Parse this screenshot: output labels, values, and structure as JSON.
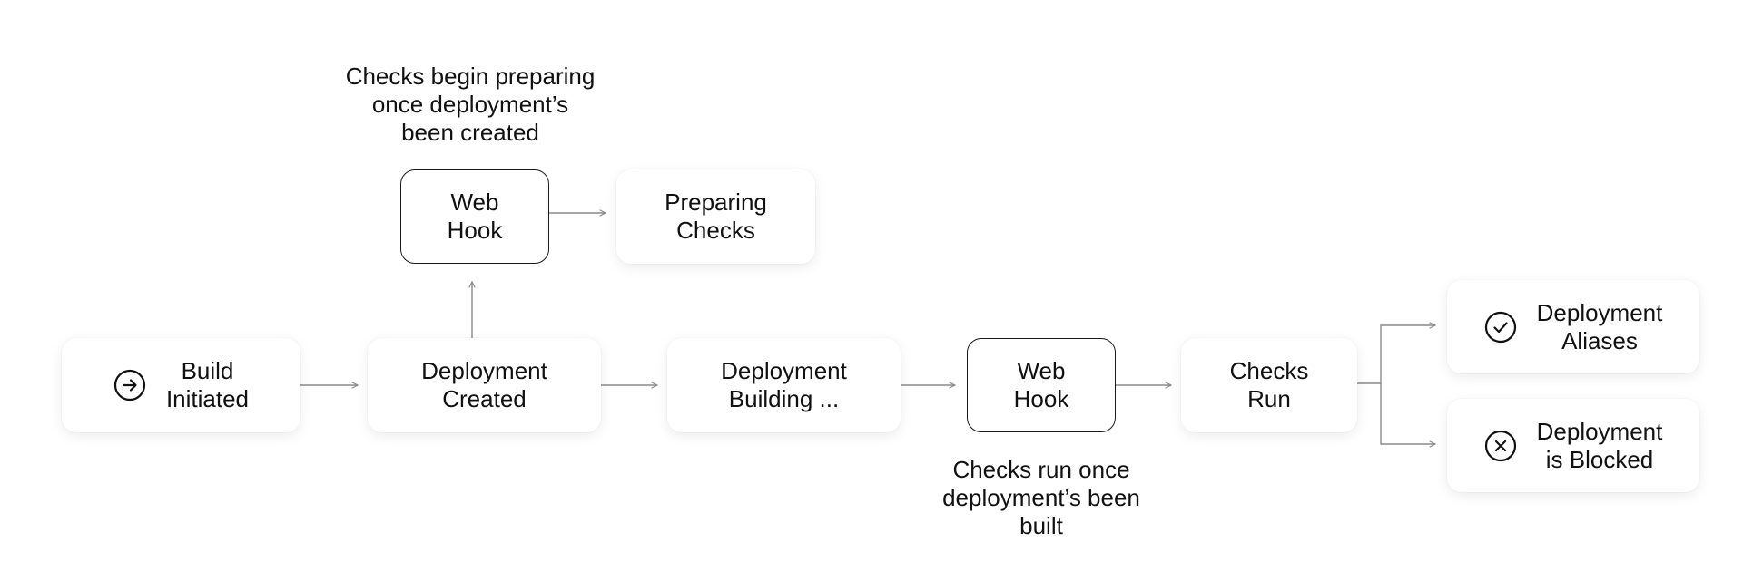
{
  "nodes": {
    "build_initiated": {
      "label": "Build\nInitiated",
      "icon": "arrow-right-circle-icon"
    },
    "deployment_created": {
      "label": "Deployment\nCreated"
    },
    "deployment_building": {
      "label": "Deployment\nBuilding ..."
    },
    "web_hook_bottom": {
      "label": "Web\nHook"
    },
    "checks_run": {
      "label": "Checks\nRun"
    },
    "web_hook_top": {
      "label": "Web\nHook"
    },
    "preparing_checks": {
      "label": "Preparing\nChecks"
    },
    "deployment_aliases": {
      "label": "Deployment\nAliases",
      "icon": "check-circle-icon"
    },
    "deployment_blocked": {
      "label": "Deployment\nis Blocked",
      "icon": "x-circle-icon"
    }
  },
  "notes": {
    "top": "Checks begin preparing\nonce deployment’s\nbeen created",
    "bottom": "Checks run once\ndeployment’s been\nbuilt"
  },
  "colors": {
    "connector": "#8a8a8a",
    "outline": "#1a1a1a",
    "text": "#111111"
  }
}
